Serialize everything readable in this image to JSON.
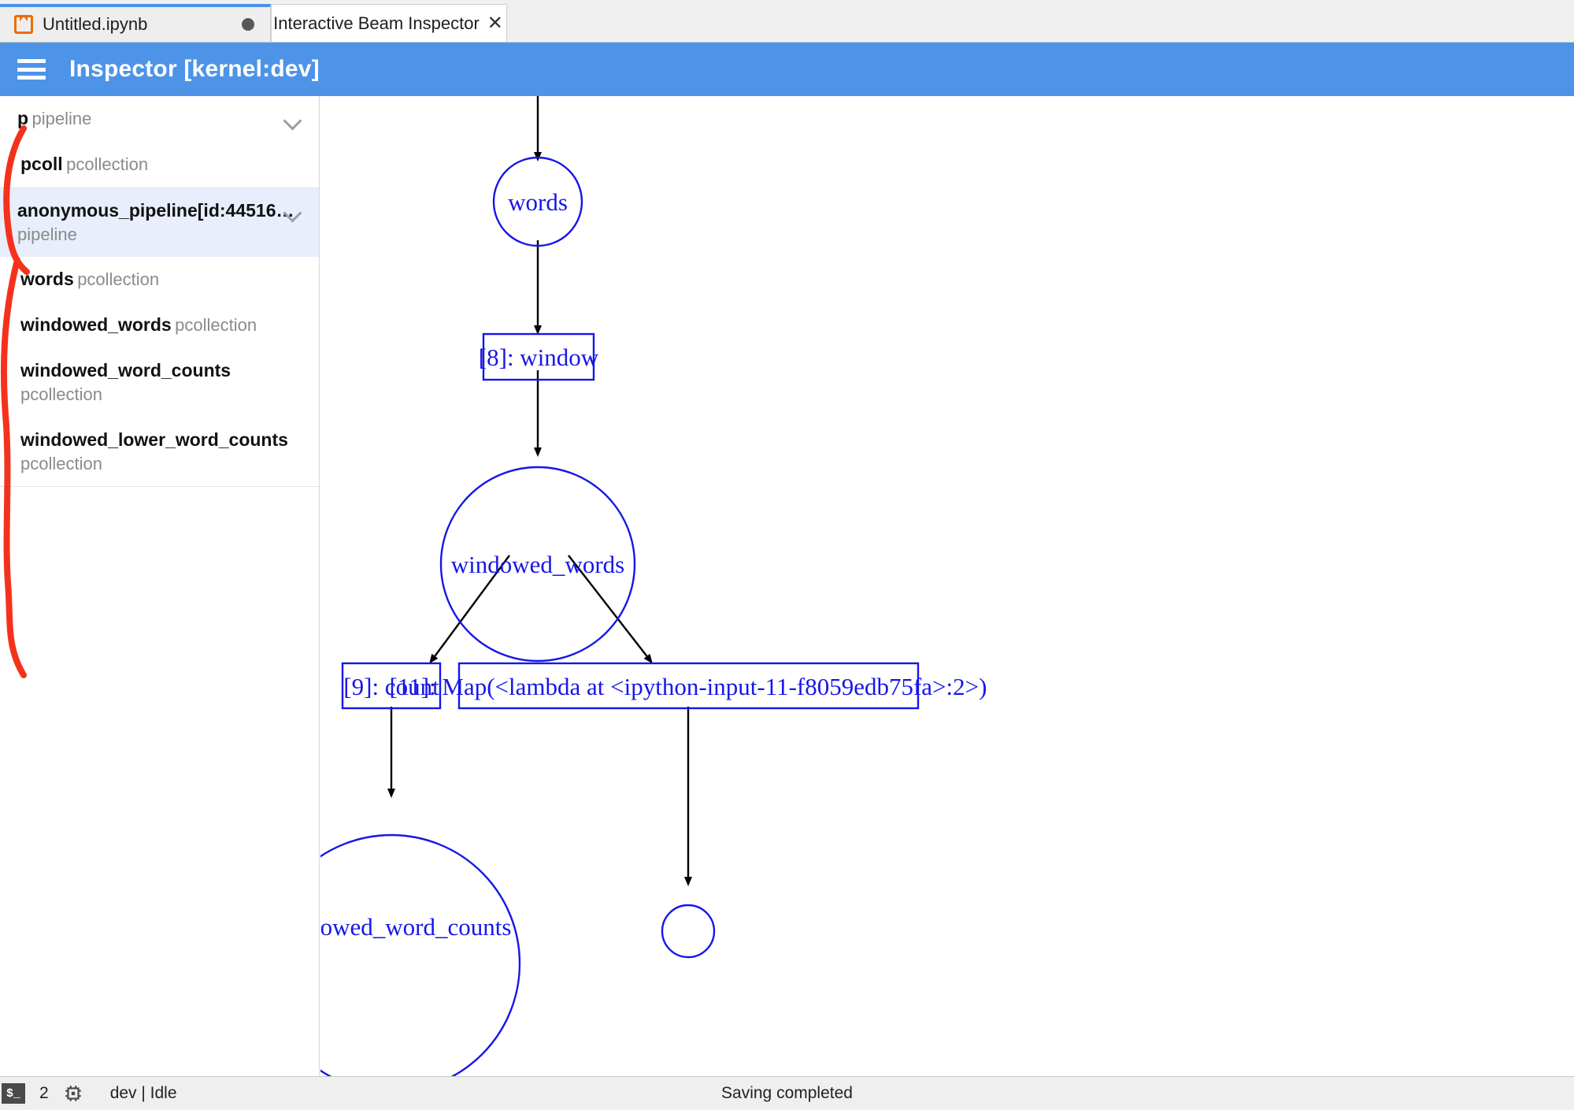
{
  "tabs": [
    {
      "label": "Untitled.ipynb",
      "icon": "notebook-icon",
      "state": "modified",
      "active": false
    },
    {
      "label": "Interactive Beam Inspector",
      "icon": "close-icon",
      "state": "clean",
      "active": true
    }
  ],
  "header": {
    "menu_icon": "hamburger-icon",
    "title": "Inspector [kernel:dev]",
    "background": "#4d94e8"
  },
  "sidebar": {
    "groups": [
      {
        "items": [
          {
            "label": "p",
            "kind": "pipeline",
            "expandable": true,
            "selected": false,
            "child": false
          },
          {
            "label": "pcoll",
            "kind": "pcollection",
            "expandable": false,
            "selected": false,
            "child": true
          }
        ]
      },
      {
        "items": [
          {
            "label": "anonymous_pipeline[id:44516…",
            "kind": "pipeline",
            "expandable": true,
            "selected": true,
            "child": false
          },
          {
            "label": "words",
            "kind": "pcollection",
            "expandable": false,
            "selected": false,
            "child": true
          },
          {
            "label": "windowed_words",
            "kind": "pcollection",
            "expandable": false,
            "selected": false,
            "child": true
          },
          {
            "label": "windowed_word_counts",
            "kind": "pcollection",
            "expandable": false,
            "selected": false,
            "child": true
          },
          {
            "label": "windowed_lower_word_counts",
            "kind": "pcollection",
            "expandable": false,
            "selected": false,
            "child": true
          }
        ]
      }
    ]
  },
  "graph": {
    "node_color": "#1616e8",
    "edge_color": "#000000",
    "nodes": [
      {
        "id": "words",
        "label": "words",
        "shape": "circle"
      },
      {
        "id": "window",
        "label": "[8]: window",
        "shape": "box"
      },
      {
        "id": "windowed_words",
        "label": "windowed_words",
        "shape": "circle"
      },
      {
        "id": "count",
        "label": "[9]: count",
        "shape": "box"
      },
      {
        "id": "map",
        "label": "[11]: Map(<lambda at <ipython-input-11-f8059edb75fa>:2>)",
        "shape": "box"
      },
      {
        "id": "windowed_word_counts",
        "label": "windowed_word_counts",
        "shape": "circle"
      },
      {
        "id": "lower_counts",
        "label": "",
        "shape": "circle"
      }
    ],
    "edges": [
      {
        "from": "entry",
        "to": "words"
      },
      {
        "from": "words",
        "to": "window"
      },
      {
        "from": "window",
        "to": "windowed_words"
      },
      {
        "from": "windowed_words",
        "to": "count"
      },
      {
        "from": "windowed_words",
        "to": "map"
      },
      {
        "from": "count",
        "to": "windowed_word_counts"
      },
      {
        "from": "map",
        "to": "lower_counts"
      }
    ]
  },
  "annotations": {
    "color": "#f4321c",
    "brackets": [
      {
        "name": "pipeline-p-bracket"
      },
      {
        "name": "pipeline-anonymous-bracket"
      }
    ]
  },
  "statusbar": {
    "terminal_icon": "terminal-icon",
    "terminal_glyph": "$_",
    "kernel_count": "2",
    "cpu_icon": "cpu-icon",
    "kernel_status": "dev | Idle",
    "message": "Saving completed"
  }
}
